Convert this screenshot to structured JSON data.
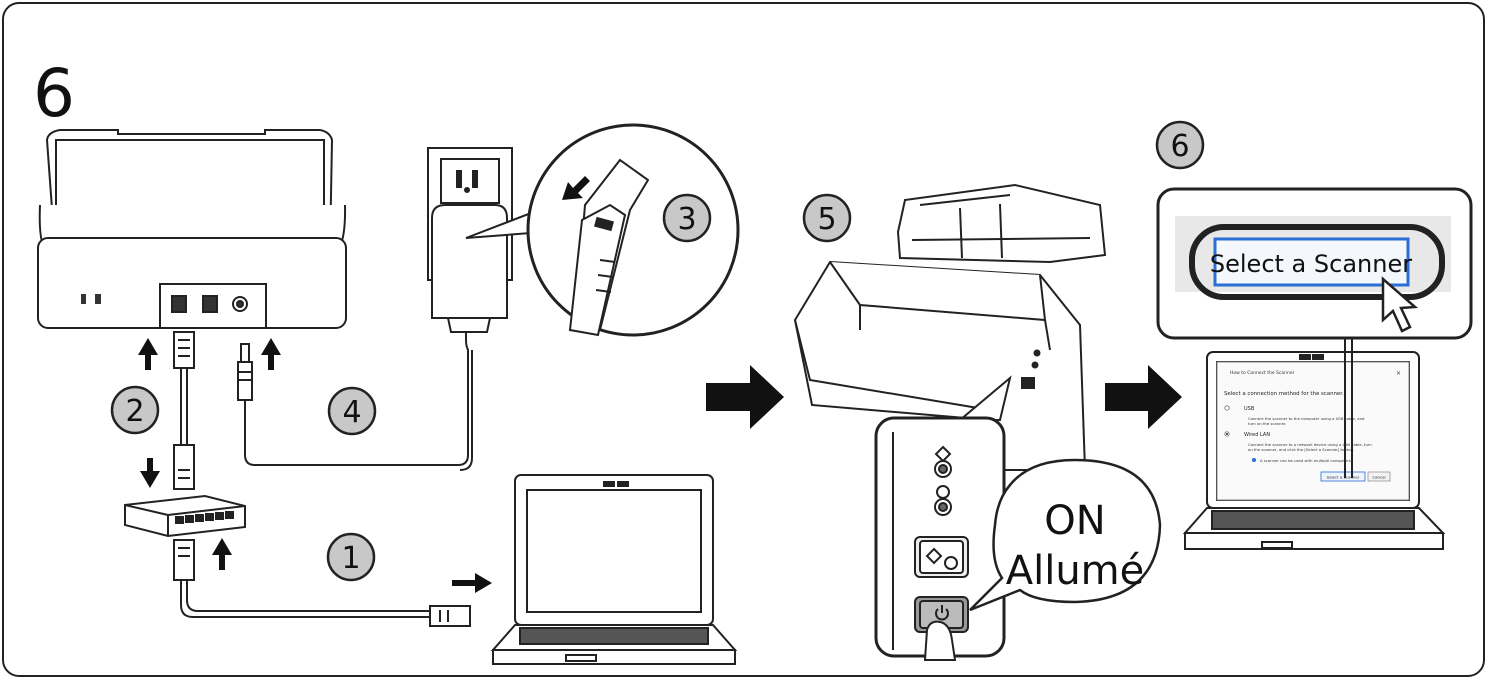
{
  "step_number": "6",
  "callouts": [
    "1",
    "2",
    "3",
    "4",
    "5",
    "6"
  ],
  "on_label": "ON",
  "on_label_fr": "Allumé",
  "zoom_button": "Select a Scanner",
  "dialog": {
    "title": "How to Connect the Scanner",
    "prompt": "Select a connection method for the scanner.",
    "options": [
      {
        "label": "USB",
        "desc1": "Connect the scanner to the computer using a USB cable, and",
        "desc2": "turn on the scanner."
      },
      {
        "label": "Wired LAN",
        "desc1": "Connect the scanner to a network device using a LAN cable, turn",
        "desc2": "on the scanner, and click the [Select a Scanner] button."
      }
    ],
    "note": "A scanner can be used with multiple computers.",
    "select_button": "Select a Scanner",
    "cancel_button": "Cancel"
  }
}
